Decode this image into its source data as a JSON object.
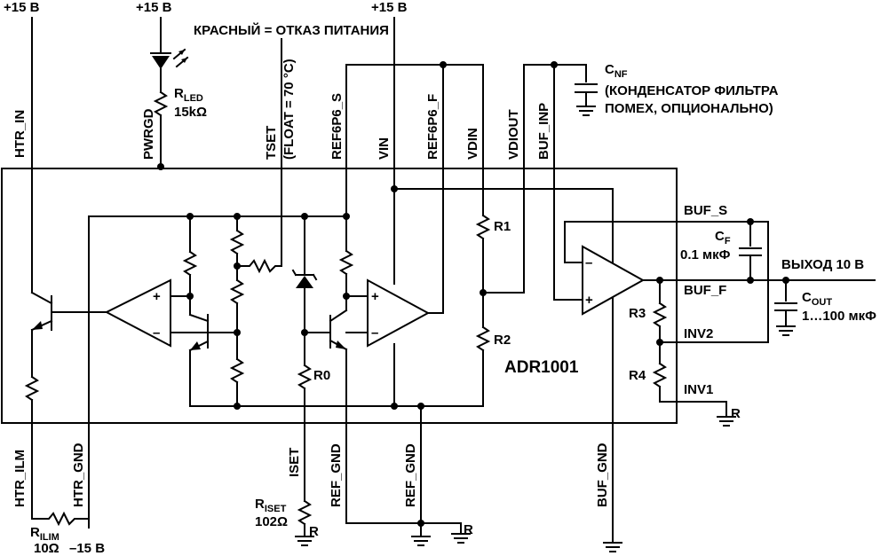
{
  "title": "ADR1001",
  "supplies": {
    "s1": "+15 В",
    "s2": "+15 В",
    "s3": "+15 В",
    "neg": "–15 В"
  },
  "notes": {
    "led": "КРАСНЫЙ = ОТКАЗ ПИТАНИЯ",
    "cnf_line1": "(КОНДЕНСАТОР ФИЛЬТРА",
    "cnf_line2": "ПОМЕХ, ОПЦИОНАЛЬНО)",
    "tset_float": "(FLOAT = 70 °C)"
  },
  "pins": {
    "htr_in": "HTR_IN",
    "pwrgd": "PWRGD",
    "tset": "TSET",
    "ref6p6_s": "REF6P6_S",
    "vin": "VIN",
    "ref6p6_f": "REF6P6_F",
    "vdin": "VDIN",
    "vdiout": "VDIOUT",
    "buf_inp": "BUF_INP",
    "buf_s": "BUF_S",
    "buf_f": "BUF_F",
    "inv2": "INV2",
    "inv1": "INV1",
    "htr_ilm": "HTR_ILM",
    "htr_gnd": "HTR_GND",
    "iset": "ISET",
    "ref_gnd_1": "REF_GND",
    "ref_gnd_2": "REF_GND",
    "buf_gnd": "BUF_GND"
  },
  "components": {
    "rled": {
      "name": "R",
      "sub": "LED",
      "value": "15kΩ"
    },
    "cnf": {
      "name": "C",
      "sub": "NF"
    },
    "cf": {
      "name": "C",
      "sub": "F",
      "value": "0.1 мкФ"
    },
    "cout": {
      "name": "C",
      "sub": "OUT",
      "value": "1…100 мкФ"
    },
    "riset": {
      "name": "R",
      "sub": "ISET",
      "value": "102Ω"
    },
    "rilim": {
      "name": "R",
      "sub": "ILIM",
      "value": "10Ω"
    },
    "r0": "R0",
    "r1": "R1",
    "r2": "R2",
    "r3": "R3",
    "r4": "R4"
  },
  "output": "ВЫХОД 10 В",
  "ground_label": "R"
}
